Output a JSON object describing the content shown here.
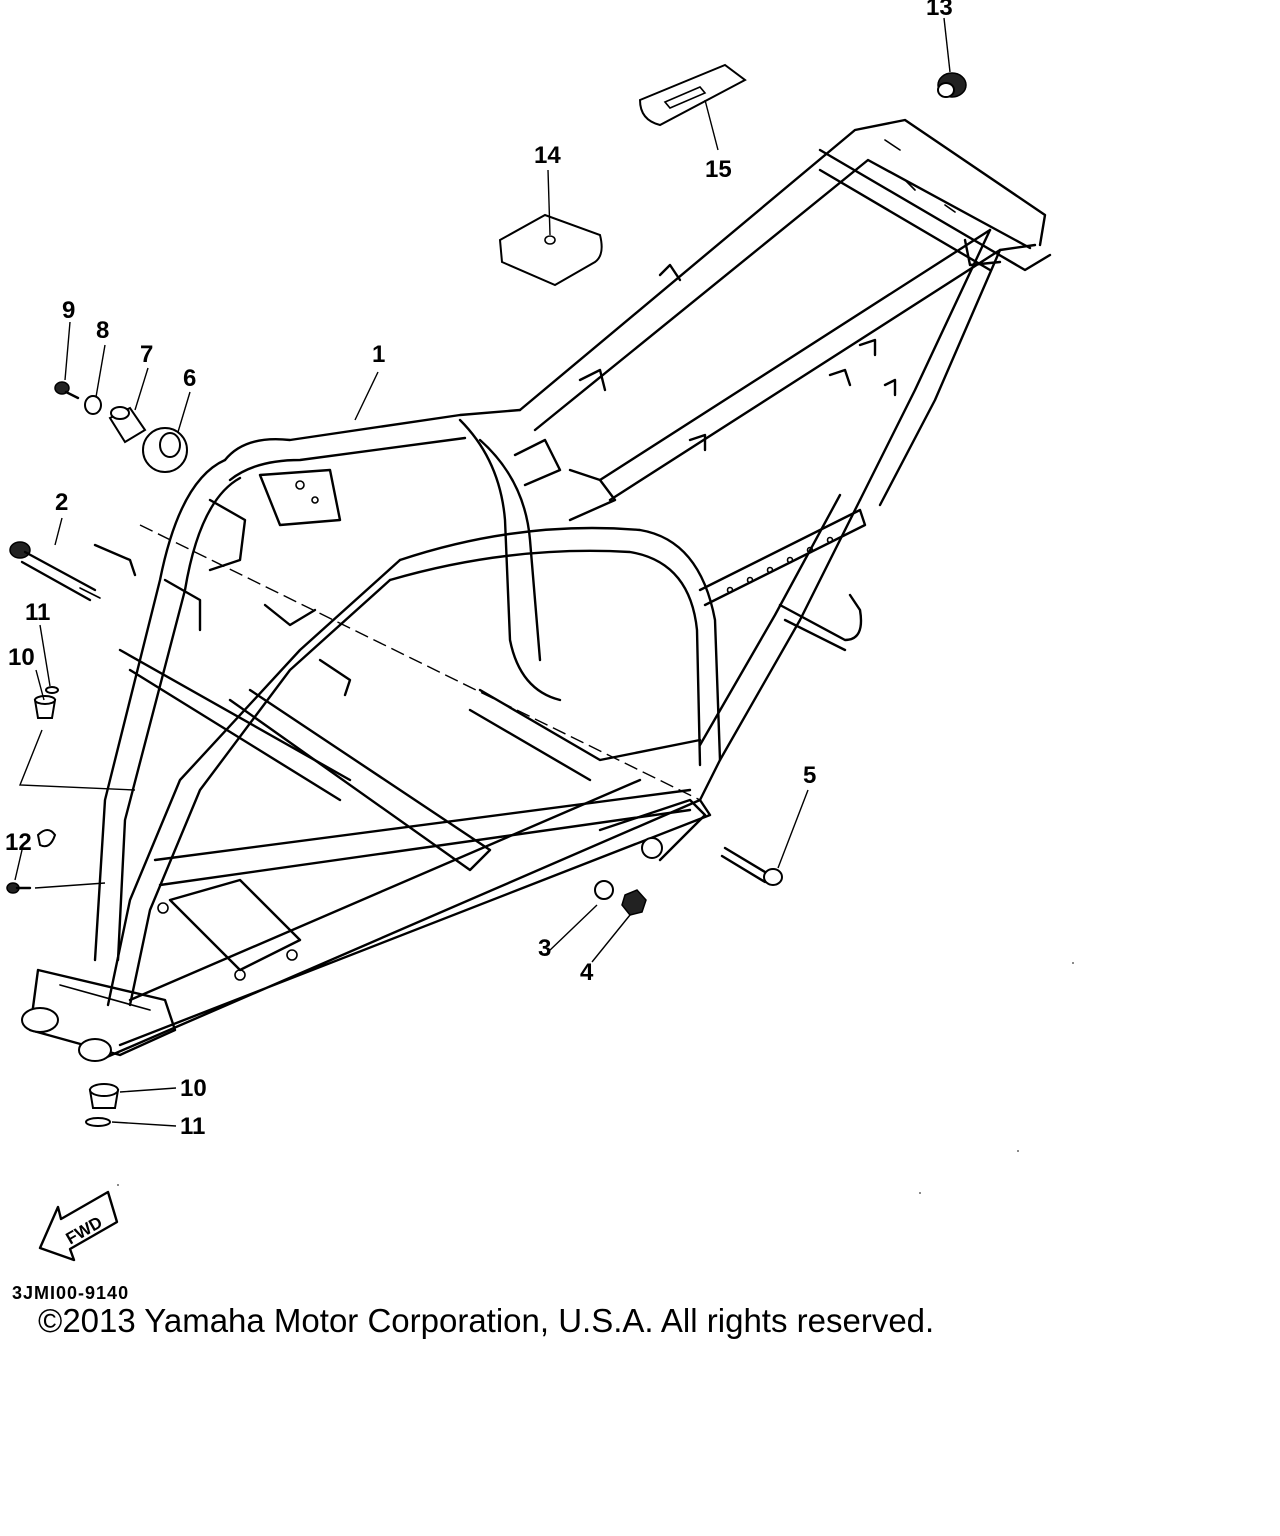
{
  "diagram": {
    "callouts": {
      "c1": "1",
      "c2": "2",
      "c3": "3",
      "c4": "4",
      "c5": "5",
      "c6": "6",
      "c7": "7",
      "c8": "8",
      "c9": "9",
      "c10a": "10",
      "c10b": "10",
      "c11a": "11",
      "c11b": "11",
      "c12": "12",
      "c13": "13",
      "c14": "14",
      "c15": "15"
    },
    "fwd_arrow_label": "FWD",
    "reference_code": "3JMI00-9140",
    "copyright": "©2013 Yamaha Motor Corporation, U.S.A. All rights reserved."
  }
}
